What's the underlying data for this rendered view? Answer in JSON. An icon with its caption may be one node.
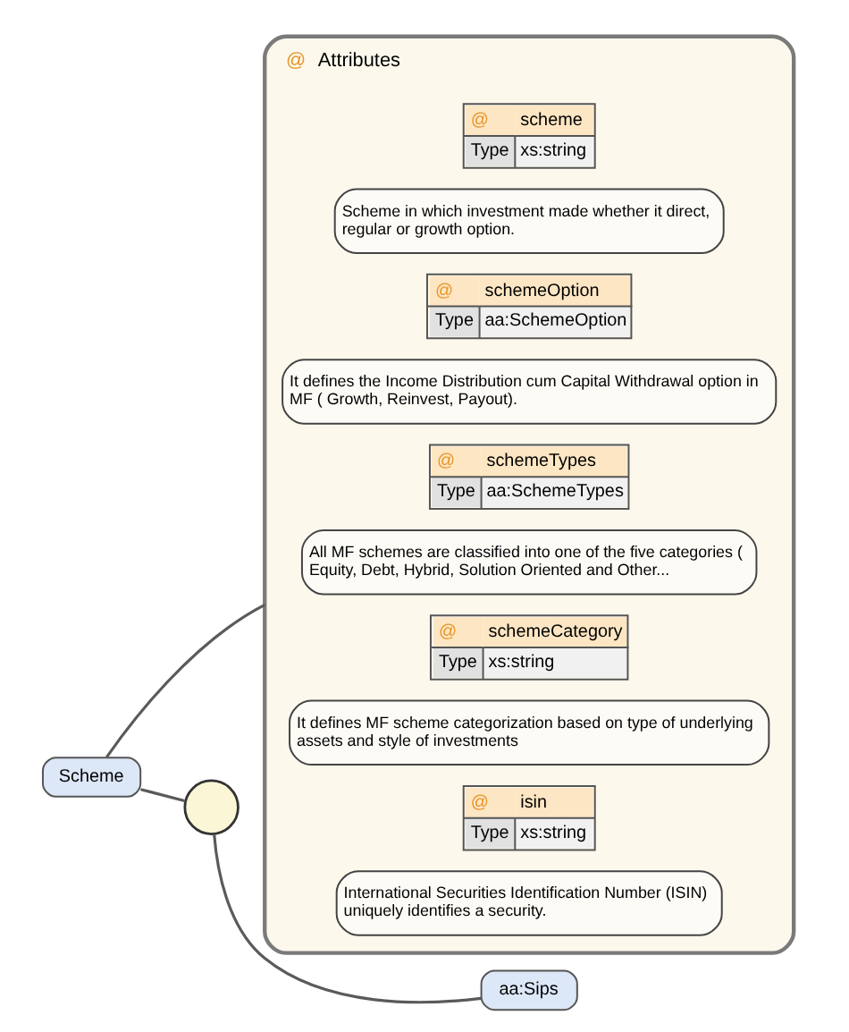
{
  "diagram": {
    "nodes": [
      {
        "text": [
          "Scheme"
        ]
      },
      {
        "text": [
          "@",
          "Attributes"
        ]
      },
      {
        "text": [
          "@",
          "scheme",
          "Type",
          "xs:string"
        ],
        "in": 1
      },
      {
        "text": [
          "Scheme in which investment made whether it direct, regular or growth option."
        ],
        "in": 1
      },
      {
        "text": [
          "@",
          "schemeOption",
          "Type",
          "aa:SchemeOption"
        ],
        "in": 1
      },
      {
        "text": [
          "It defines the Income Distribution cum Capital Withdrawal option in MF ( Growth, Reinvest, Payout)."
        ],
        "in": 1
      },
      {
        "text": [
          "@",
          "schemeTypes",
          "Type",
          "aa:SchemeTypes"
        ],
        "in": 1
      },
      {
        "text": [
          "All MF schemes are classified into one of the five categories ( Equity, Debt, Hybrid, Solution Oriented and Other..."
        ],
        "in": 1
      },
      {
        "text": [
          "@",
          "schemeCategory",
          "Type",
          "xs:string"
        ],
        "in": 1
      },
      {
        "text": [
          "It defines MF scheme categorization based on type of underlying assets and style of investments"
        ],
        "in": 1
      },
      {
        "text": [
          "@",
          "isin",
          "Type",
          "xs:string"
        ],
        "in": 1
      },
      {
        "text": [
          "International Securities Identification Number (ISIN) uniquely identifies a security."
        ],
        "in": 1
      },
      {
        "text": [],
        "shape": "circle"
      },
      {
        "text": [
          "aa:Sips"
        ]
      }
    ],
    "edges": [
      {
        "from": 0,
        "to": 1,
        "arrow": "none"
      },
      {
        "from": 0,
        "to": 12,
        "arrow": "none"
      },
      {
        "from": 12,
        "to": 13,
        "arrow": "none"
      }
    ]
  }
}
